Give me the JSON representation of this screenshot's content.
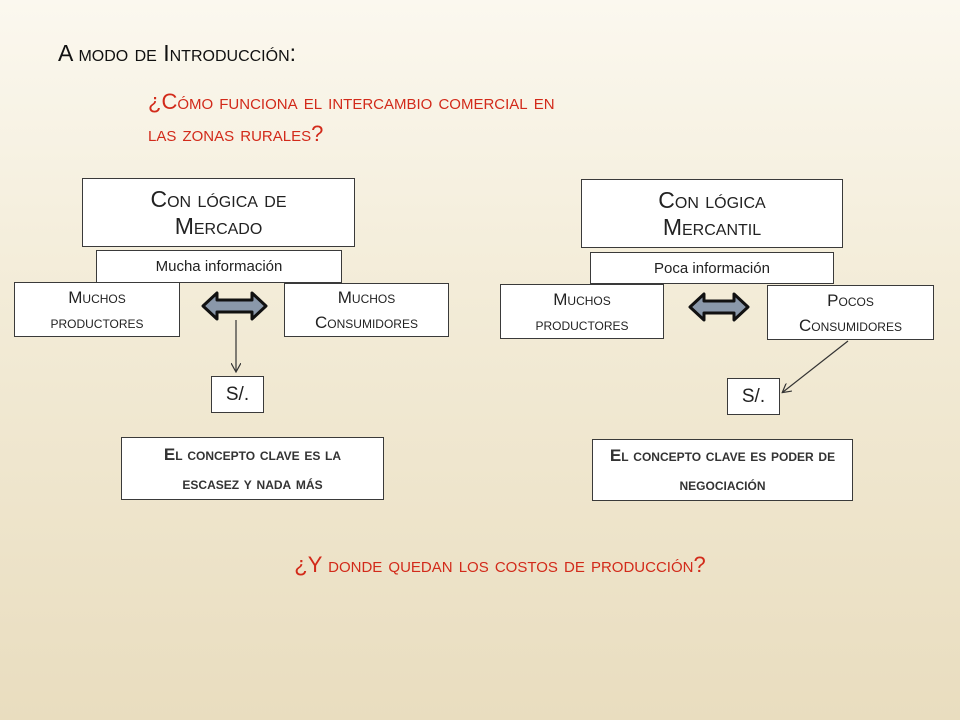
{
  "intro_heading": "A modo de Introducción:",
  "question_top": "¿Cómo funciona el intercambio comercial en las zonas rurales?",
  "left": {
    "logic": "Con lógica de Mercado",
    "info": "Mucha información",
    "producers": "Muchos productores",
    "consumers": "Muchos Consumidores",
    "price": "S/.",
    "concept": "El concepto clave es la escasez y nada más"
  },
  "right": {
    "logic": "Con lógica Mercantil",
    "info": "Poca información",
    "producers": "Muchos productores",
    "consumers": "Pocos Consumidores",
    "price": "S/.",
    "concept": "El concepto clave es poder de negociación"
  },
  "question_bottom": "¿Y donde quedan los costos de producción?",
  "colors": {
    "accent_red": "#d22a1a",
    "arrow_fill": "#8a98aa",
    "arrow_stroke": "#111111"
  }
}
